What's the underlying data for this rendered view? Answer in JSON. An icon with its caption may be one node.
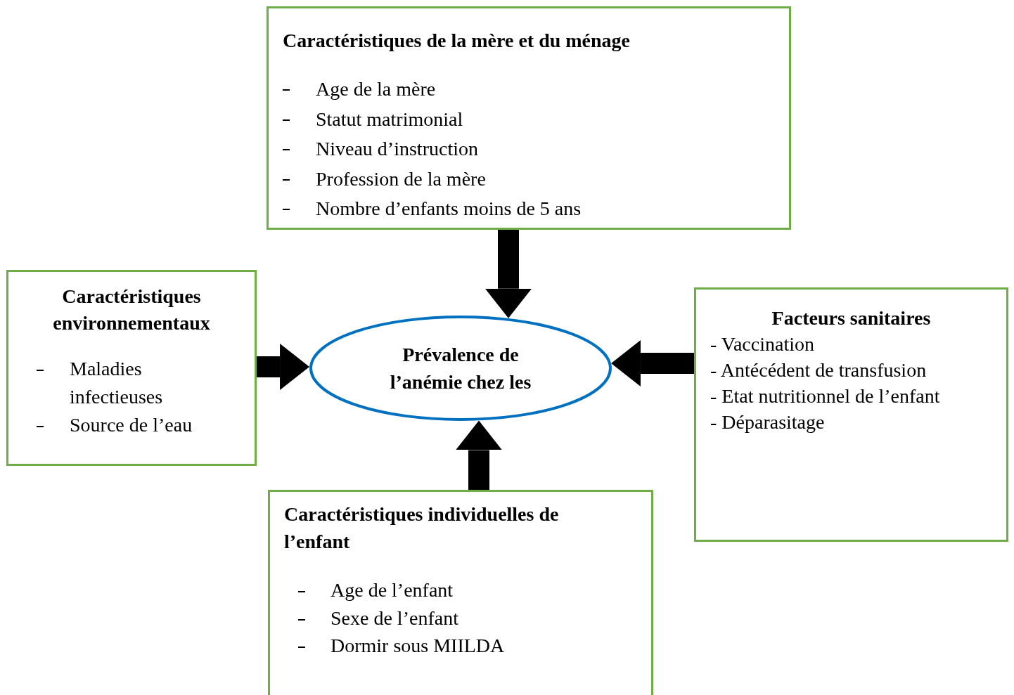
{
  "diagram": {
    "nodes": [
      {
        "text": [
          "Caractéristiques de la mère et du ménage",
          "Age de la mère",
          "Statut matrimonial",
          "Niveau d’instruction",
          "Profession de la mère",
          "Nombre d’enfants moins de 5 ans"
        ]
      },
      {
        "text": [
          "Caractéristiques environnementaux",
          "Maladies infectieuses",
          "Source de l’eau"
        ]
      },
      {
        "text": [
          "Prévalence de l’anémie chez les"
        ]
      },
      {
        "text": [
          "Facteurs sanitaires",
          "- Vaccination",
          "- Antécédent de transfusion",
          "- Etat nutritionnel de l’enfant",
          "- Déparasitage"
        ]
      },
      {
        "text": [
          "Caractéristiques individuelles de l’enfant",
          "Age de l’enfant",
          "Sexe de l’enfant",
          "Dormir sous MIILDA"
        ]
      }
    ],
    "edges": [
      {
        "from": 0,
        "to": 2,
        "arrow": "to"
      },
      {
        "from": 1,
        "to": 2,
        "arrow": "to"
      },
      {
        "from": 3,
        "to": 2,
        "arrow": "to"
      },
      {
        "from": 4,
        "to": 2,
        "arrow": "to"
      }
    ]
  }
}
